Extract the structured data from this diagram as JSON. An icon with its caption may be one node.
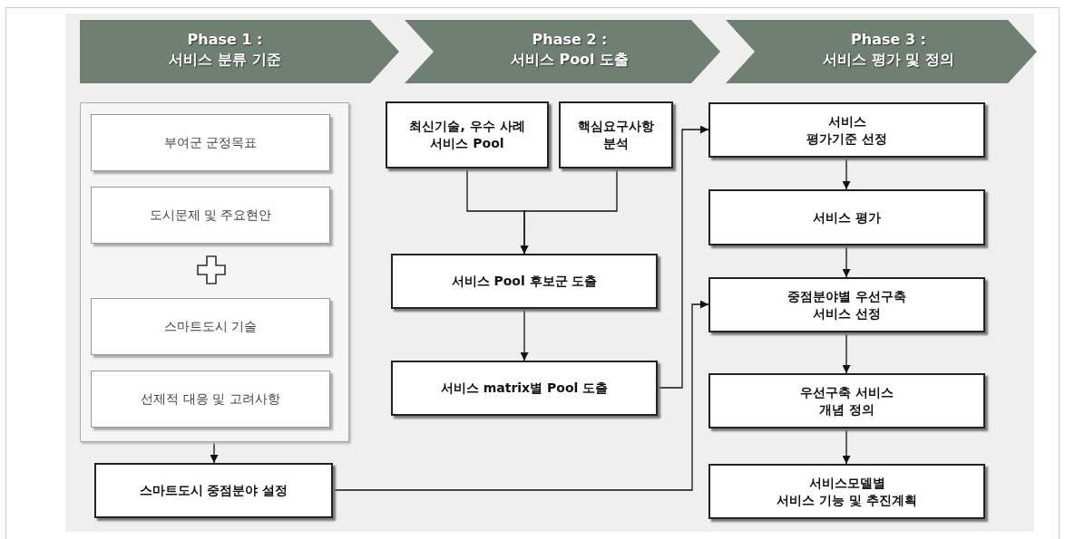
{
  "diagram": {
    "nodes": [
      {
        "text": [
          "Phase 1 :",
          "서비스 분류 기준"
        ]
      },
      {
        "text": [
          "Phase 2 :",
          "서비스 Pool 도출"
        ]
      },
      {
        "text": [
          "Phase 3 :",
          "서비스 평가 및 정의"
        ]
      },
      {
        "text": [],
        "shape": "box"
      },
      {
        "text": [
          "부여군 군정목표"
        ],
        "in": 3
      },
      {
        "text": [
          "도시문제 및 주요현안"
        ],
        "in": 3
      },
      {
        "text": [
          "스마트도시 기술"
        ],
        "in": 3
      },
      {
        "text": [
          "선제적 대응 및 고려사항"
        ],
        "in": 3
      },
      {
        "text": [
          "스마트도시 중점분야 설정"
        ]
      },
      {
        "text": [
          "최신기술, 우수 사례 서비스 Pool"
        ]
      },
      {
        "text": [
          "핵심요구사항 분석"
        ]
      },
      {
        "text": [
          "서비스 Pool 후보군 도출"
        ]
      },
      {
        "text": [
          "서비스 matrix별 Pool 도출"
        ]
      },
      {
        "text": [
          "서비스 평가기준 선정"
        ]
      },
      {
        "text": [
          "서비스 평가"
        ]
      },
      {
        "text": [
          "중점분야별 우선구축 서비스 선정"
        ]
      },
      {
        "text": [
          "우선구축 서비스 개념 정의"
        ]
      },
      {
        "text": [
          "서비스모델별 서비스 기능 및 추진계획"
        ]
      }
    ],
    "edges": [
      {
        "from": 3,
        "to": 8,
        "arrow": "to"
      },
      {
        "from": 9,
        "to": 11,
        "arrow": "to"
      },
      {
        "from": 10,
        "to": 11,
        "arrow": "to"
      },
      {
        "from": 11,
        "to": 12,
        "arrow": "to"
      },
      {
        "from": 12,
        "to": 13,
        "arrow": "to"
      },
      {
        "from": 8,
        "to": 15,
        "arrow": "to"
      },
      {
        "from": 13,
        "to": 14,
        "arrow": "to"
      },
      {
        "from": 14,
        "to": 15,
        "arrow": "to"
      },
      {
        "from": 15,
        "to": 16,
        "arrow": "to"
      },
      {
        "from": 16,
        "to": 17,
        "arrow": "to"
      }
    ]
  }
}
